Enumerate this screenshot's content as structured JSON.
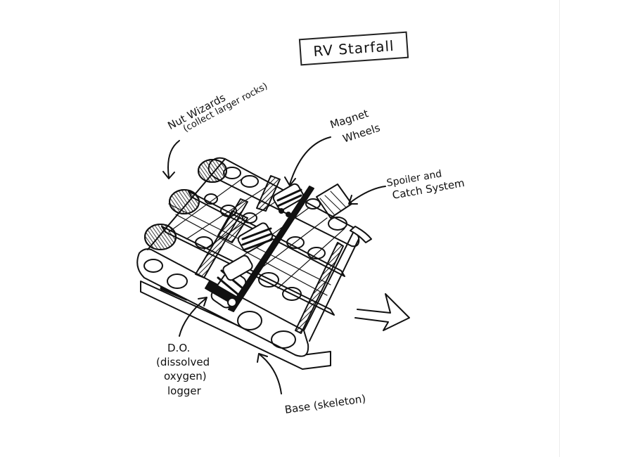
{
  "title": "RV Starfall",
  "labels": {
    "nut_wizards": "Nut Wizards",
    "nut_wizards_sub": "(collect larger rocks)",
    "magnet_line1": "Magnet",
    "magnet_line2": "Wheels",
    "spoiler_line1": "Spoiler and",
    "spoiler_line2": "Catch System",
    "do_line1": "D.O.",
    "do_line2": "(dissolved",
    "do_line3": "oxygen)",
    "do_line4": "logger",
    "base": "Base (skeleton)"
  },
  "colors": {
    "ink": "#111111",
    "paper": "#ffffff"
  }
}
